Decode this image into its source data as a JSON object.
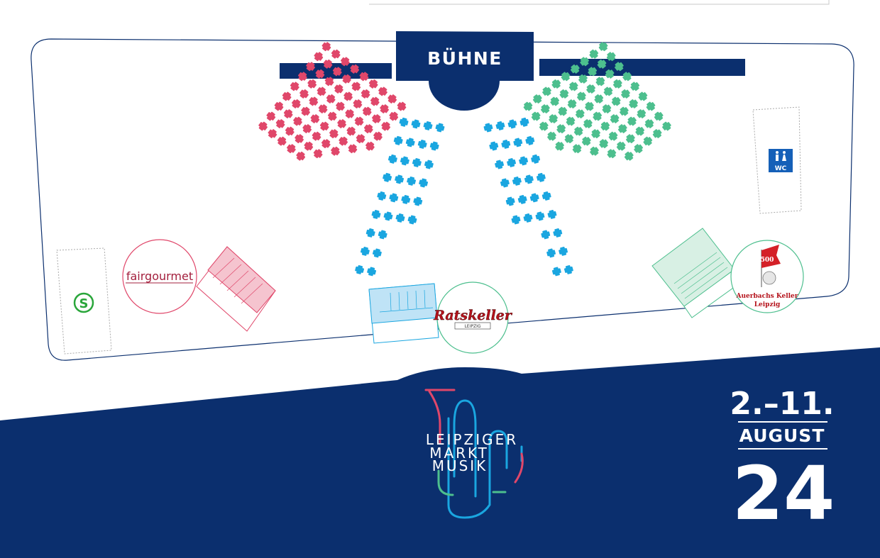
{
  "stage": {
    "label": "BÜHNE"
  },
  "wc": {
    "label": "WC"
  },
  "sbahn": {
    "label": "S"
  },
  "vendors": {
    "fairgourmet": "fairgourmet",
    "ratskeller_main": "Ratskeller",
    "ratskeller_small": "LEIPZIG",
    "auerbachs_line1": "Auerbachs Keller",
    "auerbachs_line2": "Leipzig",
    "auerbachs_badge": "500"
  },
  "festival": {
    "name_line1": "LEIPZIGER",
    "name_line2": "MARKT",
    "name_line3": "MUSIK"
  },
  "dates": {
    "range": "2.–11.",
    "month": "AUGUST",
    "year": "24"
  },
  "colors": {
    "navy": "#0b2f6e",
    "red": "#e0476a",
    "blue": "#1aa6e0",
    "green": "#4dbf8e",
    "sbahn_green": "#2aa63b",
    "wc_blue": "#1560b8"
  }
}
